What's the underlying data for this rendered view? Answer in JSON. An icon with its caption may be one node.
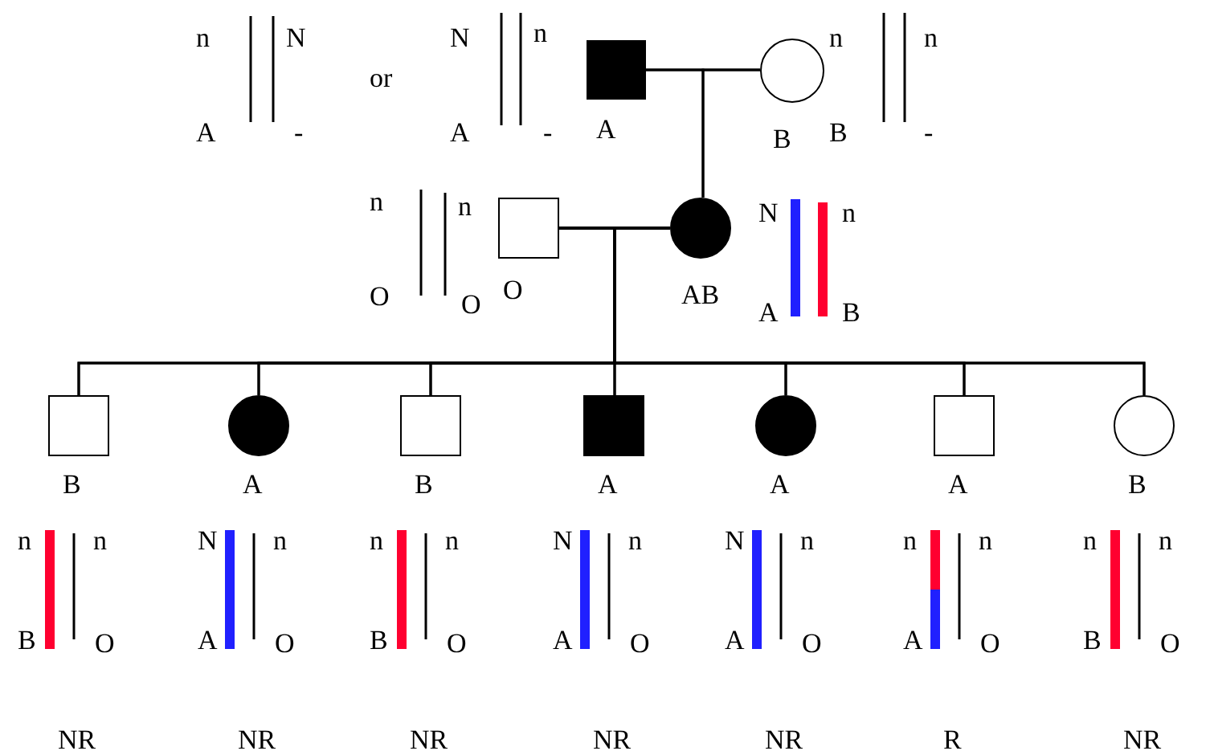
{
  "diagram": {
    "nodes": [
      {
        "text": [],
        "shape": "box",
        "beside": [
          "A",
          "n",
          "N",
          "A",
          "-",
          "or",
          "N",
          "n",
          "A",
          "-"
        ]
      },
      {
        "text": [],
        "shape": "circle",
        "beside": [
          "B",
          "n",
          "n",
          "B",
          "-"
        ]
      },
      {
        "text": [],
        "shape": "box",
        "beside": [
          "O",
          "n",
          "n",
          "O",
          "O"
        ]
      },
      {
        "text": [],
        "shape": "circle",
        "beside": [
          "AB",
          "N",
          "n",
          "A",
          "B"
        ]
      },
      {
        "text": [],
        "shape": "box",
        "beside": [
          "B",
          "n",
          "n",
          "B",
          "O",
          "NR"
        ]
      },
      {
        "text": [],
        "shape": "circle",
        "beside": [
          "A",
          "N",
          "n",
          "A",
          "O",
          "NR"
        ]
      },
      {
        "text": [],
        "shape": "box",
        "beside": [
          "B",
          "n",
          "n",
          "B",
          "O",
          "NR"
        ]
      },
      {
        "text": [],
        "shape": "box",
        "beside": [
          "A",
          "N",
          "n",
          "A",
          "O",
          "NR"
        ]
      },
      {
        "text": [],
        "shape": "circle",
        "beside": [
          "A",
          "N",
          "n",
          "A",
          "O",
          "NR"
        ]
      },
      {
        "text": [],
        "shape": "box",
        "beside": [
          "A",
          "n",
          "n",
          "A",
          "O",
          "R"
        ]
      },
      {
        "text": [],
        "shape": "circle",
        "beside": [
          "B",
          "n",
          "n",
          "B",
          "O",
          "NR"
        ]
      }
    ],
    "edges": [
      {
        "from": 0,
        "to": 1,
        "arrow": "none"
      },
      {
        "from": 0,
        "to": 3,
        "arrow": "none"
      },
      {
        "from": 1,
        "to": 3,
        "arrow": "none"
      },
      {
        "from": 2,
        "to": 3,
        "arrow": "none"
      },
      {
        "from": 2,
        "to": 4,
        "arrow": "none"
      },
      {
        "from": 3,
        "to": 4,
        "arrow": "none"
      },
      {
        "from": 2,
        "to": 5,
        "arrow": "none"
      },
      {
        "from": 3,
        "to": 5,
        "arrow": "none"
      },
      {
        "from": 2,
        "to": 6,
        "arrow": "none"
      },
      {
        "from": 3,
        "to": 6,
        "arrow": "none"
      },
      {
        "from": 2,
        "to": 7,
        "arrow": "none"
      },
      {
        "from": 3,
        "to": 7,
        "arrow": "none"
      },
      {
        "from": 2,
        "to": 8,
        "arrow": "none"
      },
      {
        "from": 3,
        "to": 8,
        "arrow": "none"
      },
      {
        "from": 2,
        "to": 9,
        "arrow": "none"
      },
      {
        "from": 3,
        "to": 9,
        "arrow": "none"
      },
      {
        "from": 2,
        "to": 10,
        "arrow": "none"
      },
      {
        "from": 3,
        "to": 10,
        "arrow": "none"
      }
    ]
  }
}
